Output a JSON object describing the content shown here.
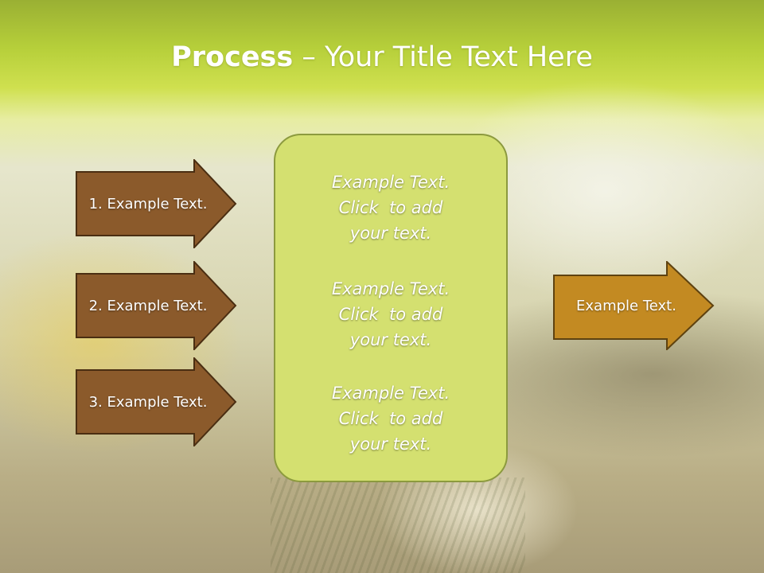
{
  "slide": {
    "title_bold": "Process",
    "title_rest": " – Your Title Text Here"
  },
  "left_arrows": [
    {
      "label": "1. Example Text."
    },
    {
      "label": "2. Example Text."
    },
    {
      "label": "3. Example Text."
    }
  ],
  "center_box": {
    "blocks": [
      {
        "line1": "Example Text.",
        "line2": "Click  to add",
        "line3": "your text."
      },
      {
        "line1": "Example Text.",
        "line2": "Click  to add",
        "line3": "your text."
      },
      {
        "line1": "Example Text.",
        "line2": "Click  to add",
        "line3": "your text."
      }
    ]
  },
  "right_arrow": {
    "label": "Example Text."
  },
  "colors": {
    "left_arrow_fill": "#8b5a2b",
    "right_arrow_fill": "#c38a22",
    "center_box_fill": "#d4e070",
    "title_bar": "#b6cf3a"
  }
}
